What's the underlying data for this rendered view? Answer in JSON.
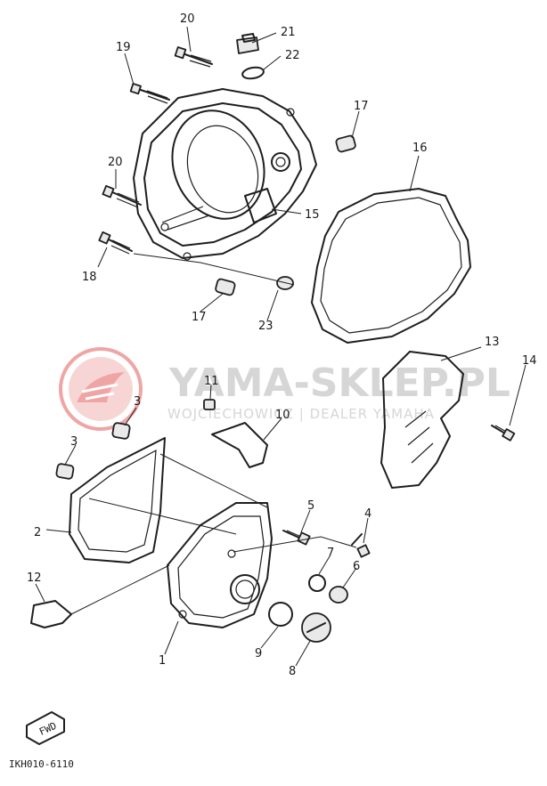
{
  "diagram": {
    "code": "IKH010-6110",
    "fwd_label": "FWD",
    "watermark": {
      "text": "YAMA-SKLEP.PL",
      "subtext": "WOJCIECHOWICZ | DEALER YAMAHA",
      "color": "#e45c5c"
    },
    "callouts": [
      {
        "id": "c20a",
        "label": "20"
      },
      {
        "id": "c21",
        "label": "21"
      },
      {
        "id": "c19",
        "label": "19"
      },
      {
        "id": "c22",
        "label": "22"
      },
      {
        "id": "c17a",
        "label": "17"
      },
      {
        "id": "c16",
        "label": "16"
      },
      {
        "id": "c20b",
        "label": "20"
      },
      {
        "id": "c15",
        "label": "15"
      },
      {
        "id": "c18",
        "label": "18"
      },
      {
        "id": "c17b",
        "label": "17"
      },
      {
        "id": "c23",
        "label": "23"
      },
      {
        "id": "c13",
        "label": "13"
      },
      {
        "id": "c14",
        "label": "14"
      },
      {
        "id": "c11",
        "label": "11"
      },
      {
        "id": "c3a",
        "label": "3"
      },
      {
        "id": "c10",
        "label": "10"
      },
      {
        "id": "c3b",
        "label": "3"
      },
      {
        "id": "c2",
        "label": "2"
      },
      {
        "id": "c5",
        "label": "5"
      },
      {
        "id": "c4",
        "label": "4"
      },
      {
        "id": "c7",
        "label": "7"
      },
      {
        "id": "c6",
        "label": "6"
      },
      {
        "id": "c12",
        "label": "12"
      },
      {
        "id": "c1",
        "label": "1"
      },
      {
        "id": "c9",
        "label": "9"
      },
      {
        "id": "c8",
        "label": "8"
      }
    ]
  }
}
